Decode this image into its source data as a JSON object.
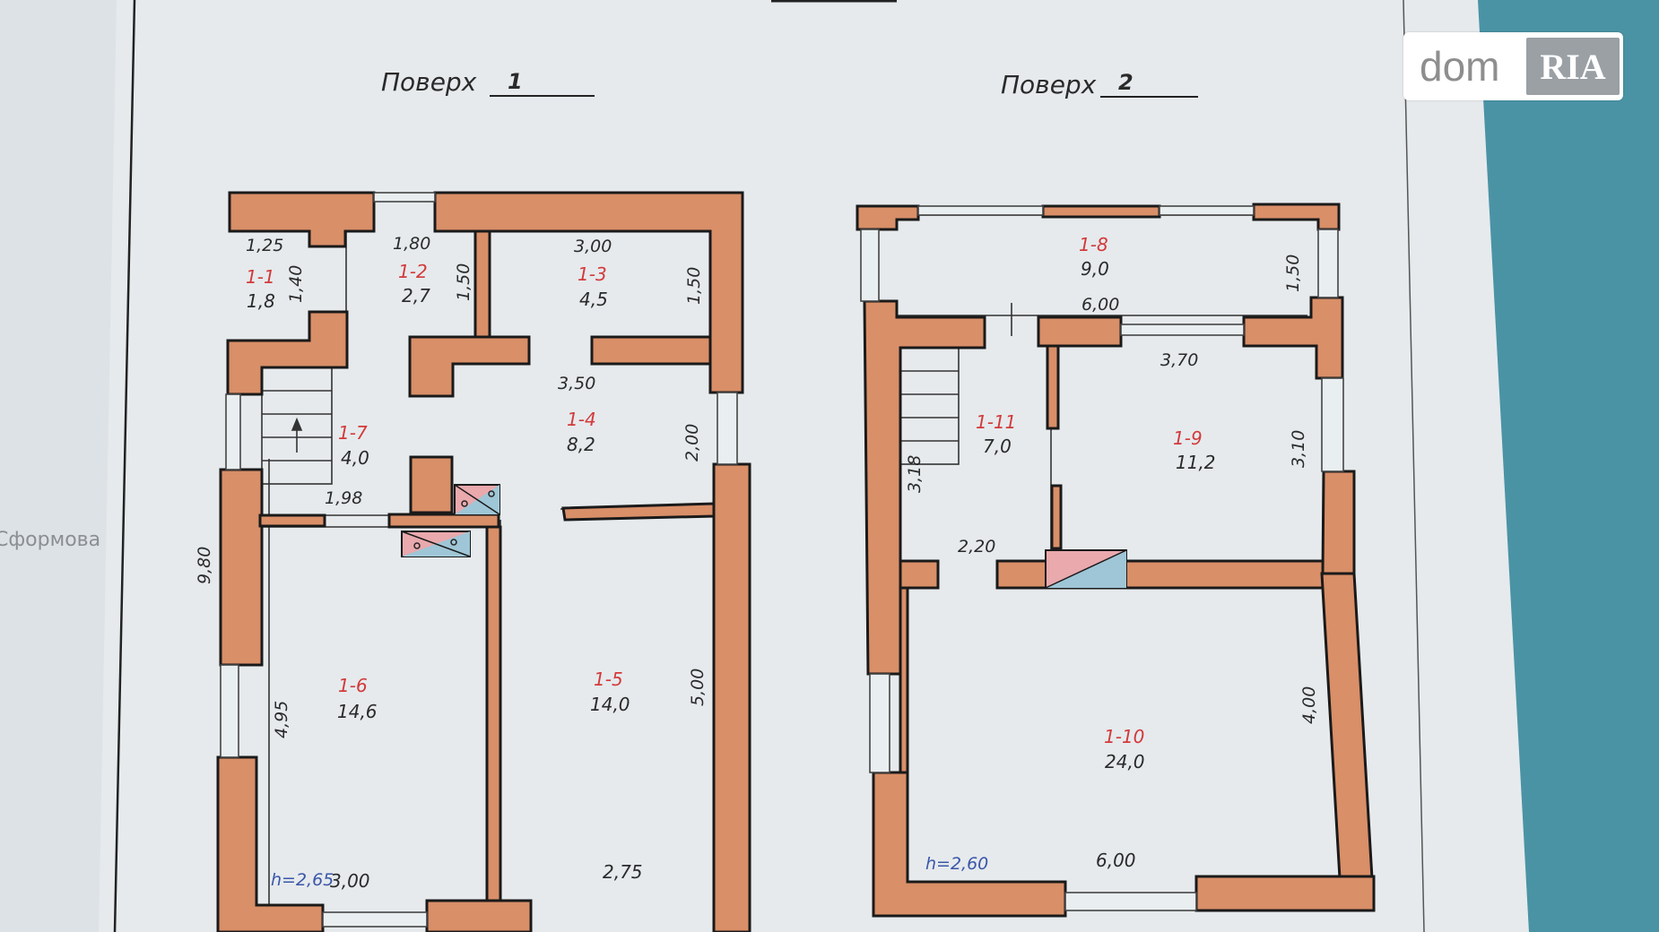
{
  "floors": [
    {
      "caption": "Поверх",
      "number": "1",
      "height": "h=2,65"
    },
    {
      "caption": "Поверх",
      "number": "2",
      "height": "h=2,60"
    }
  ],
  "rooms": [
    {
      "id": "1-1",
      "area": "1,8"
    },
    {
      "id": "1-2",
      "area": "2,7"
    },
    {
      "id": "1-3",
      "area": "4,5"
    },
    {
      "id": "1-4",
      "area": "8,2"
    },
    {
      "id": "1-5",
      "area": "14,0"
    },
    {
      "id": "1-6",
      "area": "14,6"
    },
    {
      "id": "1-7",
      "area": "4,0"
    },
    {
      "id": "1-8",
      "area": "9,0"
    },
    {
      "id": "1-9",
      "area": "11,2"
    },
    {
      "id": "1-10",
      "area": "24,0"
    },
    {
      "id": "1-11",
      "area": "7,0"
    }
  ],
  "dimensions_floor1": [
    "1,25",
    "1,80",
    "3,00",
    "1,40",
    "1,50",
    "1,50",
    "3,50",
    "2,00",
    "1,98",
    "9,80",
    "4,95",
    "5,00",
    "3,00",
    "2,75"
  ],
  "dimensions_floor2": [
    "6,00",
    "1,50",
    "3,70",
    "3,18",
    "3,10",
    "2,20",
    "4,00",
    "6,00"
  ],
  "side_label": "Сформова",
  "watermark": {
    "dom": "dom",
    "ria": "RIA"
  },
  "colors": {
    "wall": "#d98f68",
    "paper": "#e6eaed",
    "flue_pink": "#e9a9ad",
    "flue_blue": "#9fc6d6",
    "label_red": "#d23a3a",
    "height_blue": "#3a56a8"
  }
}
